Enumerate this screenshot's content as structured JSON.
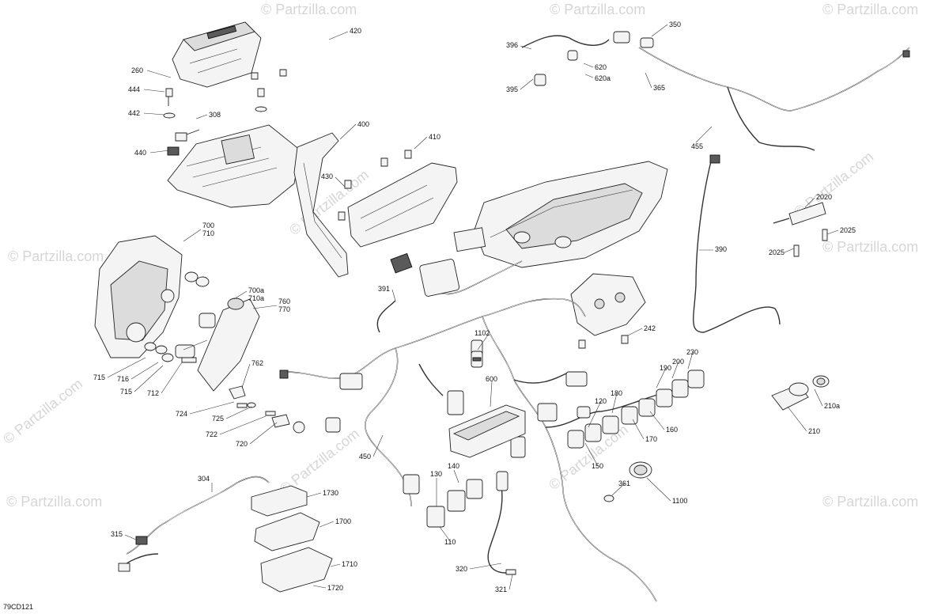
{
  "diagram_code": "79CD121",
  "watermark_text": "© Partzilla.com",
  "callouts": [
    "420",
    "260",
    "444",
    "442",
    "308",
    "440",
    "400",
    "410",
    "430",
    "396",
    "620",
    "620a",
    "395",
    "350",
    "365",
    "455",
    "700",
    "710",
    "700a",
    "710a",
    "760",
    "770",
    "391",
    "715",
    "716",
    "715",
    "712",
    "762",
    "724",
    "725",
    "722",
    "720",
    "1102",
    "600",
    "450",
    "242",
    "2020",
    "2025",
    "2025",
    "390",
    "120",
    "180",
    "190",
    "200",
    "230",
    "170",
    "160",
    "150",
    "210a",
    "210",
    "361",
    "1100",
    "304",
    "1730",
    "1700",
    "315",
    "1710",
    "1720",
    "140",
    "130",
    "110",
    "320",
    "321"
  ]
}
